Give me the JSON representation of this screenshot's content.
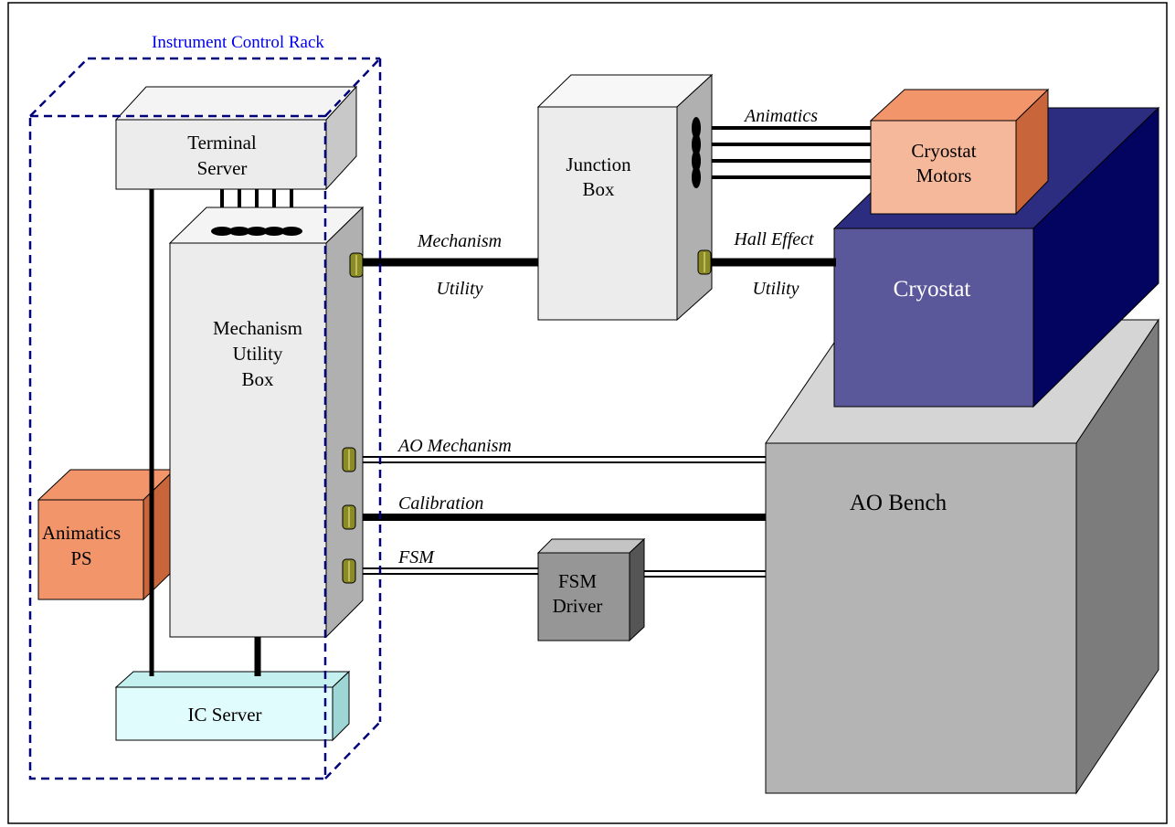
{
  "rack": {
    "label": "Instrument Control Rack"
  },
  "boxes": {
    "terminal_server": {
      "line1": "Terminal",
      "line2": "Server"
    },
    "mechanism_utility_box": {
      "line1": "Mechanism",
      "line2": "Utility",
      "line3": "Box"
    },
    "animatics_ps": {
      "line1": "Animatics",
      "line2": "PS"
    },
    "ic_server": {
      "label": "IC Server"
    },
    "junction_box": {
      "line1": "Junction",
      "line2": "Box"
    },
    "cryostat_motors": {
      "line1": "Cryostat",
      "line2": "Motors"
    },
    "cryostat": {
      "label": "Cryostat"
    },
    "ao_bench": {
      "label": "AO Bench"
    },
    "fsm_driver": {
      "line1": "FSM",
      "line2": "Driver"
    }
  },
  "cables": {
    "animatics": "Animatics",
    "mechanism_top": "Mechanism",
    "mechanism_bottom": "Utility",
    "hall_effect_top": "Hall Effect",
    "hall_effect_bottom": "Utility",
    "ao_mechanism": "AO Mechanism",
    "calibration": "Calibration",
    "fsm": "FSM"
  },
  "colors": {
    "light_gray_box": "#ececec",
    "cryostat_front": "#5b579b",
    "cryostat_dark": "#030360",
    "motors_front": "#f6b89a",
    "motors_top": "#f2956a",
    "motors_side": "#c8653a",
    "ic_server_front": "#e0fcfc",
    "ic_server_side": "#9ed6d6",
    "ao_bench_front": "#b4b4b4",
    "ao_bench_side": "#7c7c7c",
    "fsm_driver_front": "#969696",
    "connector": "#8a8a26",
    "rack_dash": "#00007a",
    "rack_label": "#0000ee"
  }
}
